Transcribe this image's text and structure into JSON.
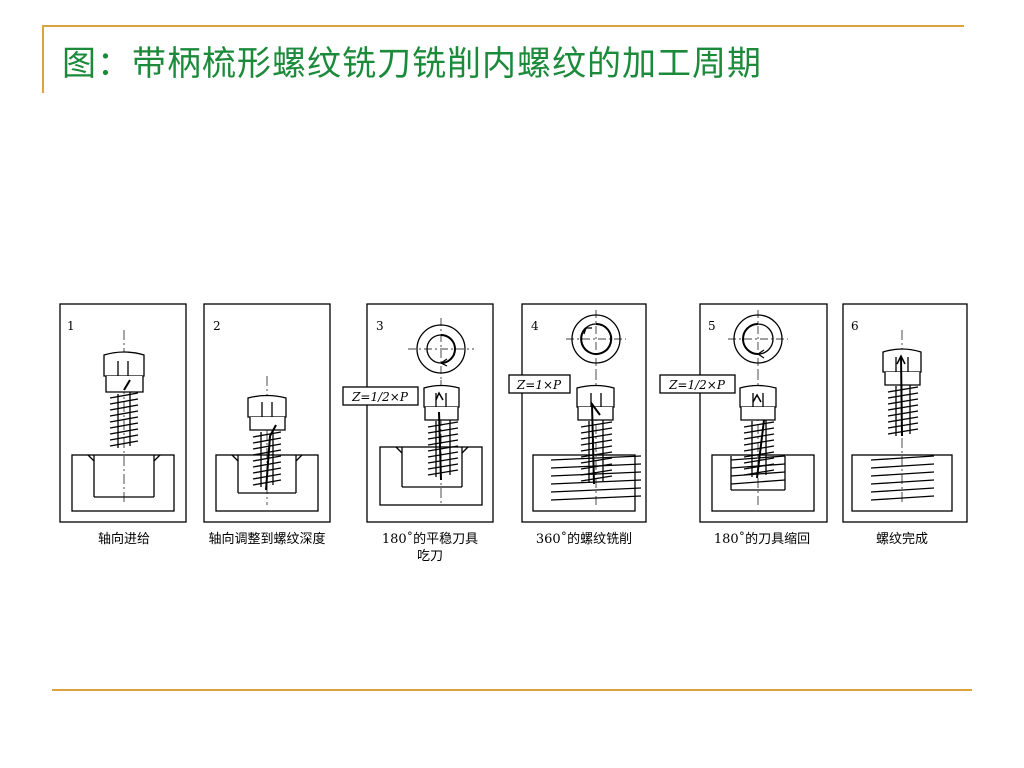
{
  "slide": {
    "title": "图：带柄梳形螺纹铣刀铣削内螺纹的加工周期"
  },
  "panels": [
    {
      "number": "1",
      "caption": "轴向进给",
      "caption2": "",
      "z_label": ""
    },
    {
      "number": "2",
      "caption": "轴向调整到螺纹深度",
      "caption2": "",
      "z_label": ""
    },
    {
      "number": "3",
      "caption": "180˚的平稳刀具",
      "caption2": "吃刀",
      "z_label": "Z=1/2×P"
    },
    {
      "number": "4",
      "caption": "360˚的螺纹铣削",
      "caption2": "",
      "z_label": "Z=1×P"
    },
    {
      "number": "5",
      "caption": "180˚的刀具缩回",
      "caption2": "",
      "z_label": "Z=1/2×P"
    },
    {
      "number": "6",
      "caption": "螺纹完成",
      "caption2": "",
      "z_label": ""
    }
  ],
  "colors": {
    "title": "#1c8a3b",
    "rule": "#d9a440",
    "line": "#000000"
  }
}
